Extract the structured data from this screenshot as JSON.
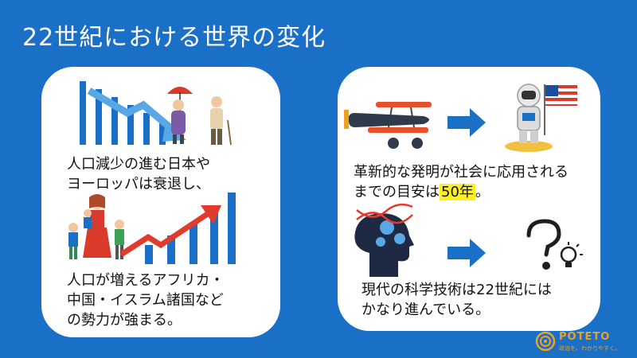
{
  "title": "22世紀における世界の変化",
  "left_card": {
    "text_top_lines": [
      "人口減少の進む日本や",
      "ヨーロッパは衰退し、"
    ],
    "text_bottom_lines": [
      "人口が増えるアフリカ・",
      "中国・イスラム諸国など",
      "の勢力が強まる。"
    ]
  },
  "right_card": {
    "text_top_line1": "革新的な発明が社会に応用される",
    "text_top_line2_prefix": "までの目安は",
    "text_top_highlight": "50年",
    "text_top_line2_suffix": "。",
    "text_bottom_lines": [
      "現代の科学技術は22世紀には",
      "かなり進んでいる。"
    ]
  },
  "brand": {
    "name": "POTETO",
    "tagline": "政治を、わかりやすく。"
  },
  "colors": {
    "background": "#1a6fc7",
    "card": "#ffffff",
    "bar_blue": "#1a6fc7",
    "arrow_red": "#e23b2e",
    "highlight": "#ffee22",
    "brand": "#f0a020"
  },
  "icons": [
    "declining-bar-chart-icon",
    "elderly-couple-icon",
    "family-icon",
    "rising-bar-chart-icon",
    "biplane-icon",
    "arrow-right-icon",
    "astronaut-icon",
    "us-flag-icon",
    "dna-head-icon",
    "question-bulb-icon",
    "poteto-logo-icon"
  ]
}
